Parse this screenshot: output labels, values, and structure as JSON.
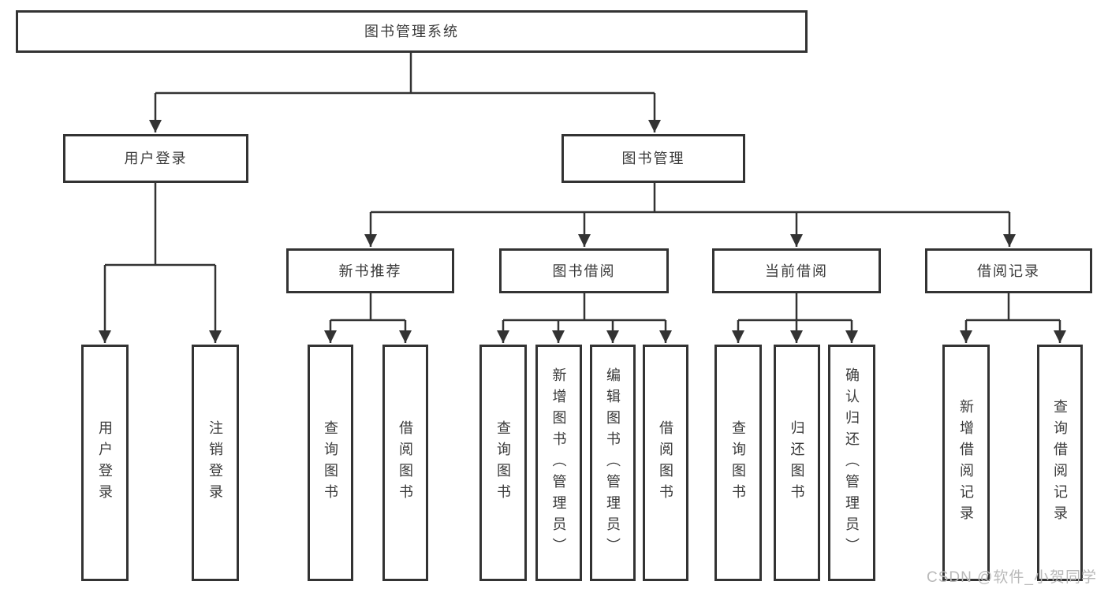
{
  "diagram_type": "hierarchy-tree",
  "colors": {
    "line": "#333333",
    "node_border": "#333333",
    "node_text": "#3a3a3a",
    "background": "#ffffff",
    "watermark": "#b9b9b9"
  },
  "nodes": {
    "root": "图书管理系统",
    "user_login": "用户登录",
    "book_mgmt": "图书管理",
    "new_book_rec": "新书推荐",
    "book_borrow": "图书借阅",
    "current_borrow": "当前借阅",
    "borrow_records": "借阅记录",
    "leaf_user_login": "用户登录",
    "leaf_logout": "注销登录",
    "leaf_nbr_query": "查询图书",
    "leaf_nbr_borrow": "借阅图书",
    "leaf_bb_query": "查询图书",
    "leaf_bb_add": "新增图书（管理员）",
    "leaf_bb_edit": "编辑图书（管理员）",
    "leaf_bb_borrow": "借阅图书",
    "leaf_cb_query": "查询图书",
    "leaf_cb_return": "归还图书",
    "leaf_cb_confirm": "确认归还（管理员）",
    "leaf_br_add": "新增借阅记录",
    "leaf_br_query": "查询借阅记录"
  },
  "watermark": "CSDN @软件_小贺同学"
}
